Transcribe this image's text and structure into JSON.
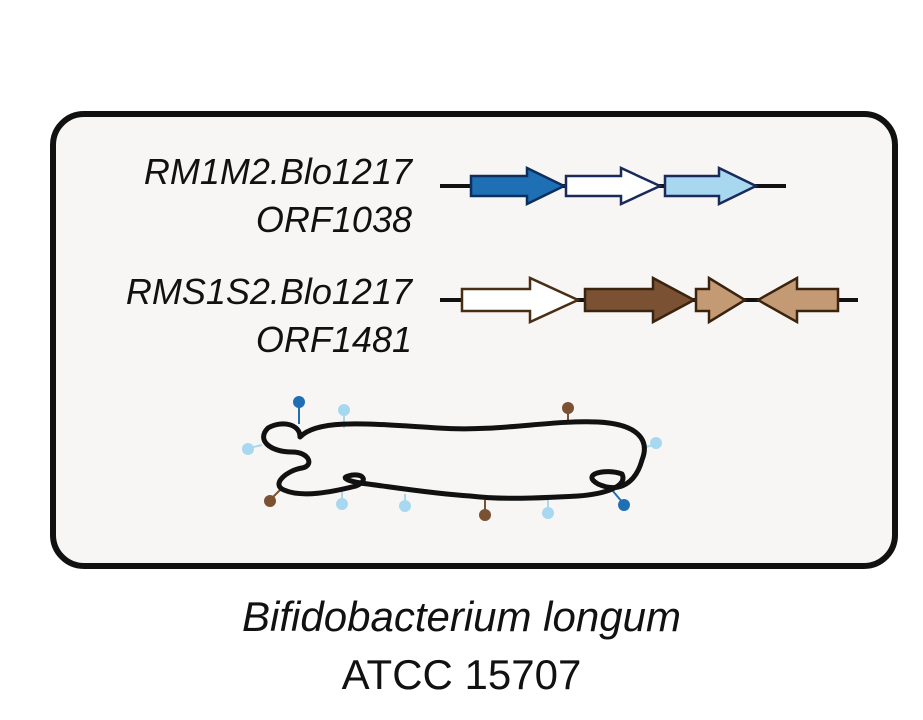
{
  "loci": [
    {
      "name": "RM1M2.Blo1217",
      "orf": "ORF1038",
      "genes": [
        {
          "direction": "forward",
          "fill": "#1f6fb4",
          "stroke": "#0c2f5e"
        },
        {
          "direction": "forward",
          "fill": "#ffffff",
          "stroke": "#1a2a5a"
        },
        {
          "direction": "forward",
          "fill": "#a8d8f0",
          "stroke": "#1a2a5a"
        }
      ]
    },
    {
      "name": "RMS1S2.Blo1217",
      "orf": "ORF1481",
      "genes": [
        {
          "direction": "forward",
          "fill": "#ffffff",
          "stroke": "#4a2e14"
        },
        {
          "direction": "forward",
          "fill": "#7a5132",
          "stroke": "#3a2410"
        },
        {
          "direction": "forward",
          "fill": "#c49a74",
          "stroke": "#3a2410"
        },
        {
          "direction": "reverse",
          "fill": "#c49a74",
          "stroke": "#3a2410"
        }
      ]
    }
  ],
  "methylation_marks": {
    "dark_blue": "#1f6fb4",
    "light_blue": "#a8d8f0",
    "brown": "#7a5132"
  },
  "organism": {
    "species": "Bifidobacterium longum",
    "strain": "ATCC 15707"
  }
}
